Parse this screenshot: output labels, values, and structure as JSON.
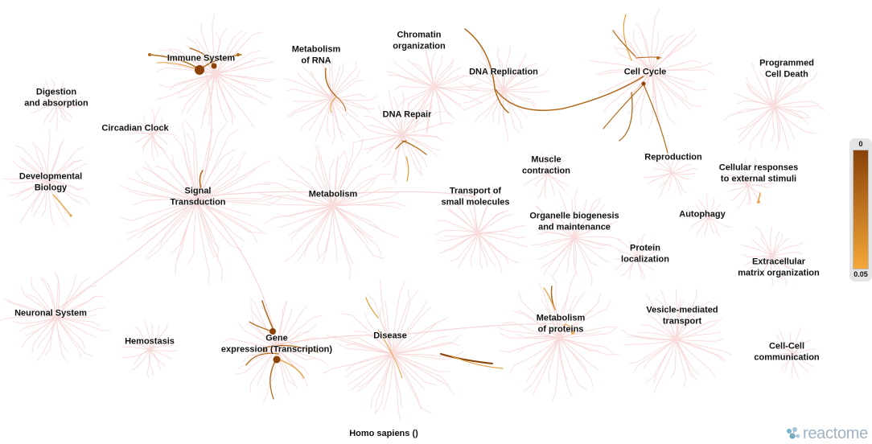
{
  "nodes": [
    {
      "id": "immune",
      "label": "Immune System"
    },
    {
      "id": "rna",
      "label": "Metabolism\nof RNA"
    },
    {
      "id": "chromatin",
      "label": "Chromatin\norganization"
    },
    {
      "id": "dnarep",
      "label": "DNA Replication"
    },
    {
      "id": "cellcycle",
      "label": "Cell Cycle"
    },
    {
      "id": "pcd",
      "label": "Programmed\nCell Death"
    },
    {
      "id": "digestion",
      "label": "Digestion\nand absorption"
    },
    {
      "id": "circadian",
      "label": "Circadian Clock"
    },
    {
      "id": "dnarepair",
      "label": "DNA Repair"
    },
    {
      "id": "reproduction",
      "label": "Reproduction"
    },
    {
      "id": "muscle",
      "label": "Muscle\ncontraction"
    },
    {
      "id": "cellresp",
      "label": "Cellular responses\nto external stimuli"
    },
    {
      "id": "devbio",
      "label": "Developmental\nBiology"
    },
    {
      "id": "signal",
      "label": "Signal\nTransduction"
    },
    {
      "id": "metabolism",
      "label": "Metabolism"
    },
    {
      "id": "transport",
      "label": "Transport of\nsmall molecules"
    },
    {
      "id": "organelle",
      "label": "Organelle biogenesis\nand maintenance"
    },
    {
      "id": "autophagy",
      "label": "Autophagy"
    },
    {
      "id": "protloc",
      "label": "Protein\nlocalization"
    },
    {
      "id": "ecm",
      "label": "Extracellular\nmatrix organization"
    },
    {
      "id": "neuronal",
      "label": "Neuronal System"
    },
    {
      "id": "metprot",
      "label": "Metabolism\nof proteins"
    },
    {
      "id": "vesicle",
      "label": "Vesicle-mediated\ntransport"
    },
    {
      "id": "hemostasis",
      "label": "Hemostasis"
    },
    {
      "id": "gene",
      "label": "Gene\nexpression (Transcription)"
    },
    {
      "id": "disease",
      "label": "Disease"
    },
    {
      "id": "cellcell",
      "label": "Cell-Cell\ncommunication"
    }
  ],
  "species": "Homo sapiens ()",
  "legend": {
    "top": "0",
    "bottom": "0.05",
    "color_top": "#8a4208",
    "color_bottom": "#f5a838"
  },
  "colors": {
    "background_tree": "#f7d3d3",
    "hit_dark": "#8a4208",
    "hit_mid": "#b06a1c",
    "hit_light": "#e3a040"
  },
  "logo": "reactome"
}
